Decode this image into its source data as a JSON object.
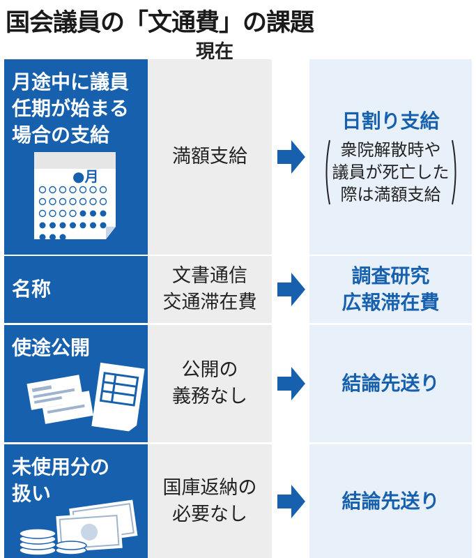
{
  "title": "国会議員の「文通費」の課題",
  "header": {
    "current": "現在"
  },
  "rows": [
    {
      "label": [
        "月途中に議員",
        "任期が始まる",
        "場合の支給"
      ],
      "current": [
        "満額支給"
      ],
      "new_main": "日割り支給",
      "new_note": [
        "衆院解散時や",
        "議員が死亡した",
        "際は満額支給"
      ],
      "calendar_month": "●月",
      "icon": "calendar-icon"
    },
    {
      "label": [
        "名称"
      ],
      "current": [
        "文書通信",
        "交通滞在費"
      ],
      "new": [
        "調査研究",
        "広報滞在費"
      ]
    },
    {
      "label": [
        "使途公開"
      ],
      "current": [
        "公開の",
        "義務なし"
      ],
      "new": [
        "結論先送り"
      ],
      "icon": "receipts-document-icon"
    },
    {
      "label": [
        "未使用分の",
        "扱い"
      ],
      "current": [
        "国庫返納の",
        "必要なし"
      ],
      "new": [
        "結論先送り"
      ],
      "icon": "money-icon"
    }
  ],
  "colors": {
    "label_bg": "#1660ae",
    "current_bg": "#ededed",
    "new_bg": "#e8f0fa",
    "accent_text": "#1660ae",
    "arrow": "#1660ae"
  }
}
